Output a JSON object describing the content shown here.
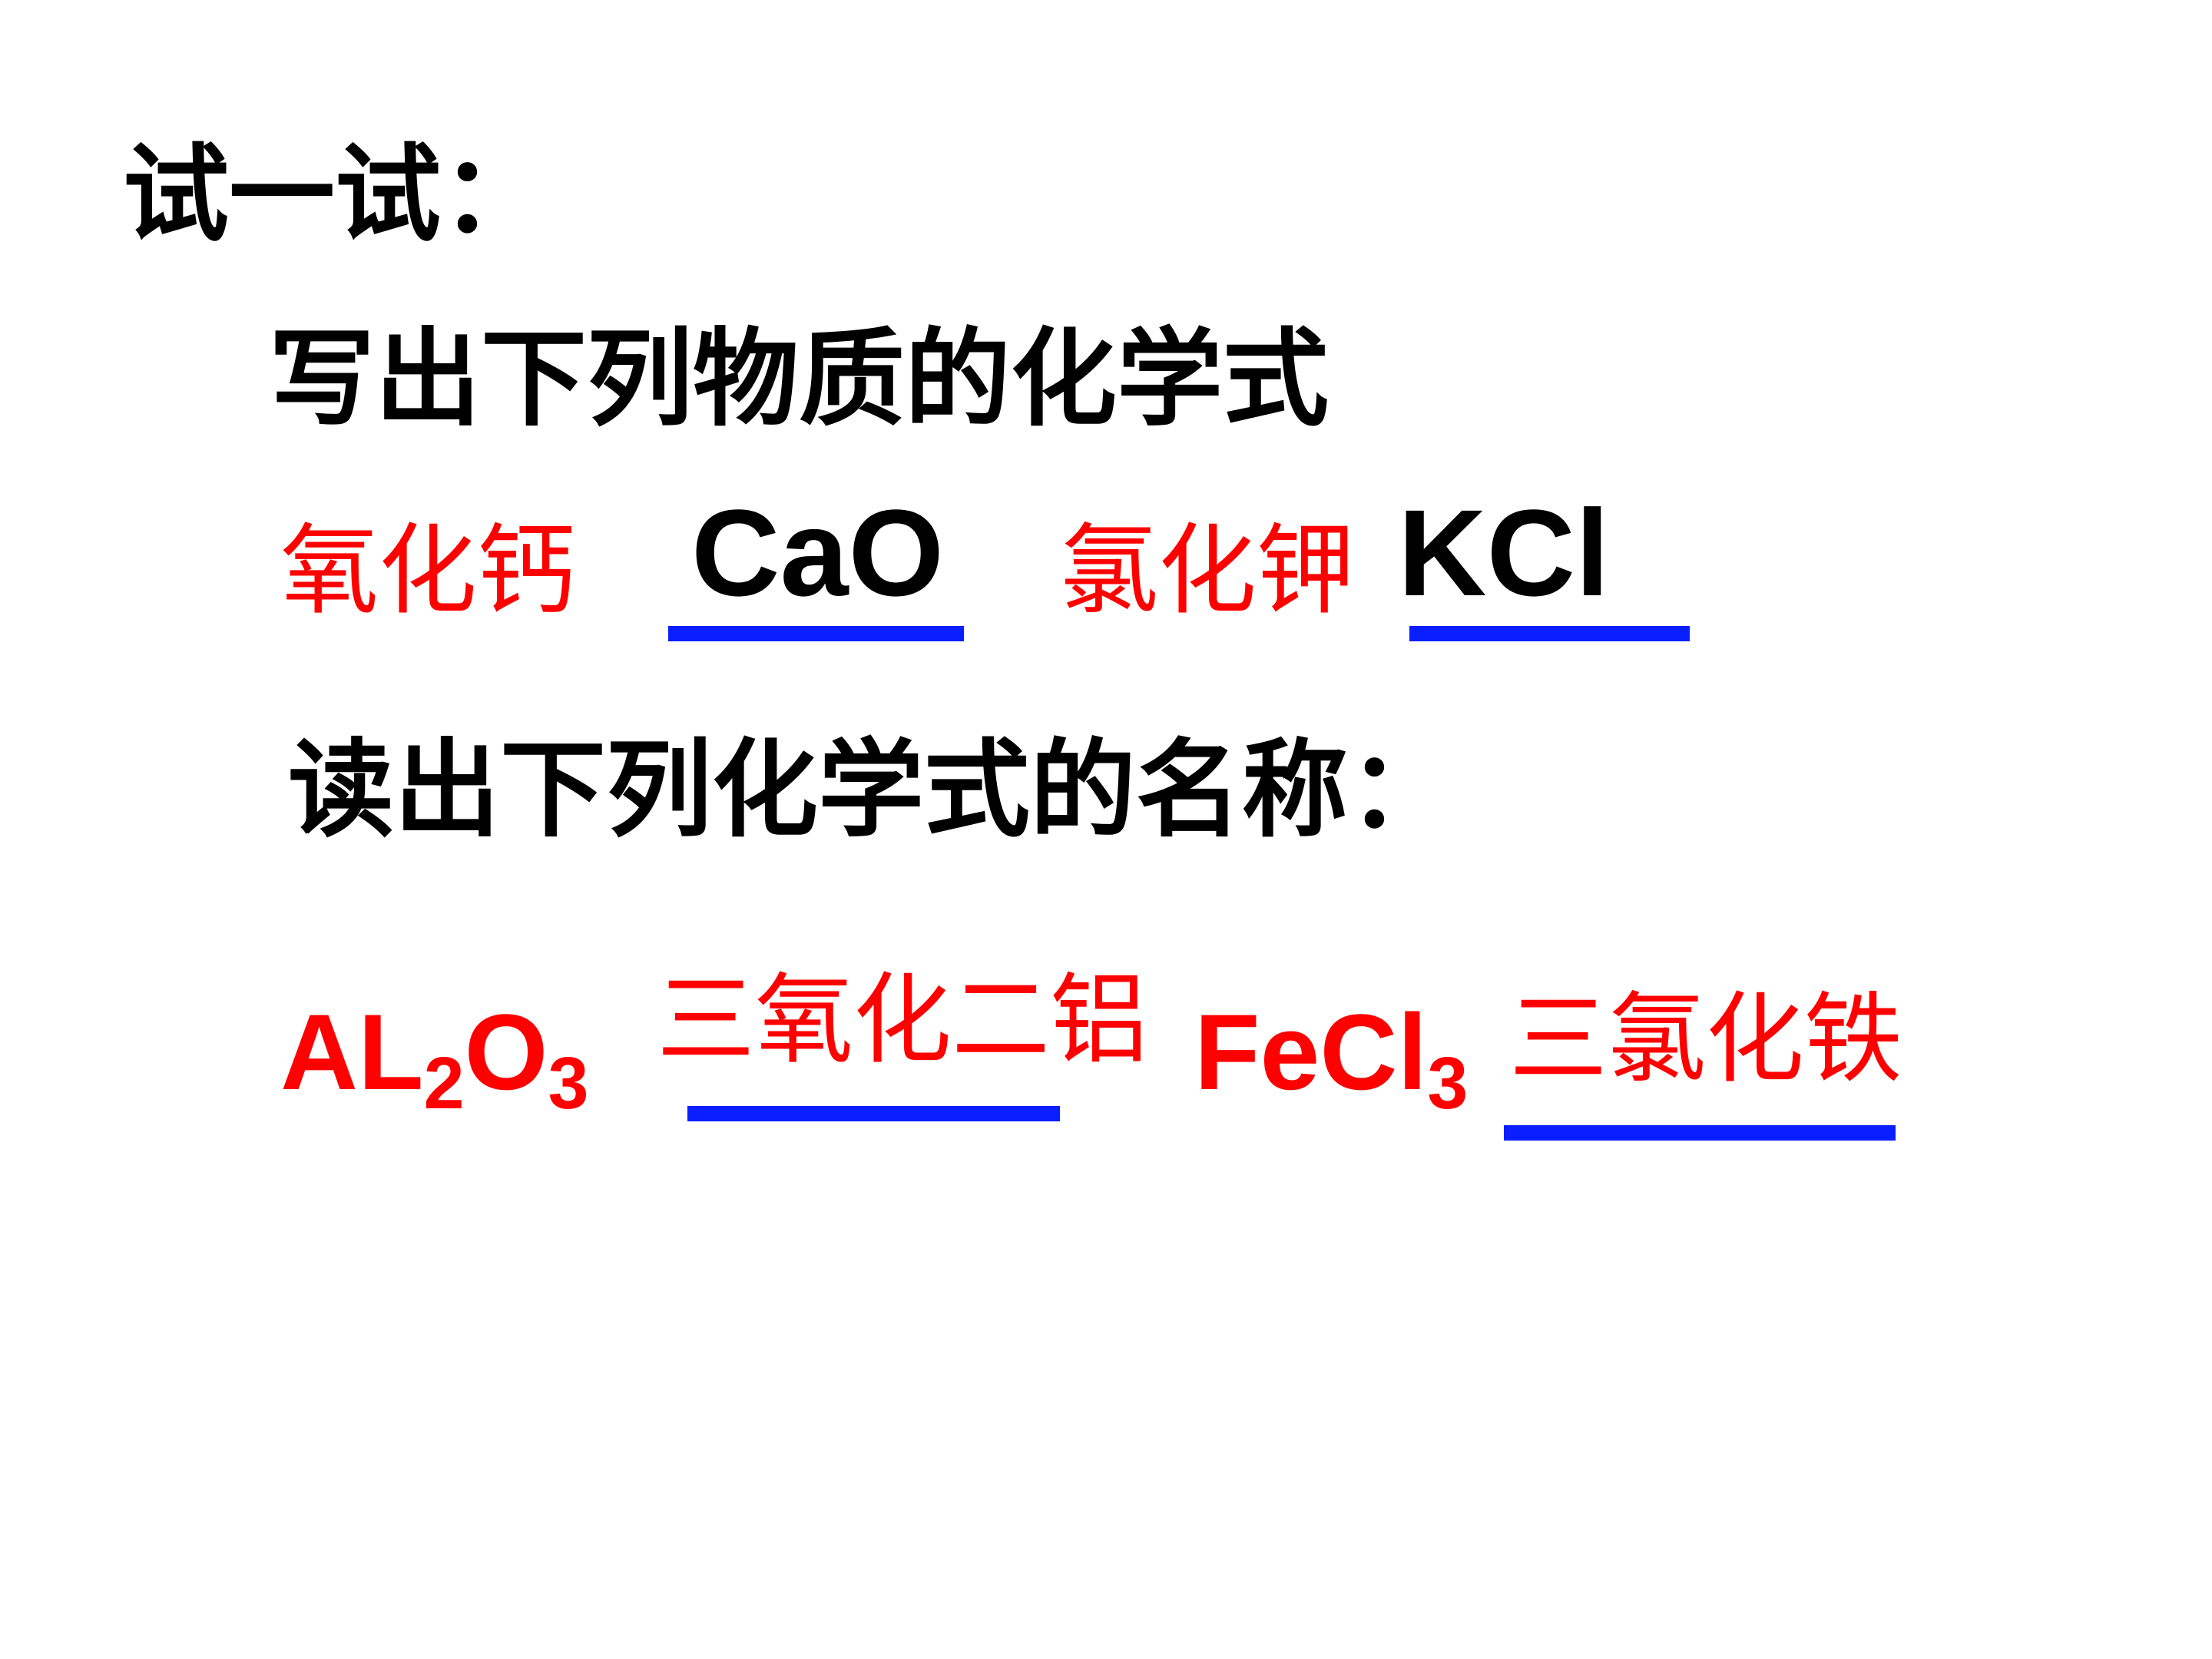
{
  "heading": "试一试：",
  "prompt_write": "写出下列物质的化学式",
  "prompt_read": "读出下列化学式的名称：",
  "items": [
    {
      "name": "氧化钙",
      "answer": "CaO"
    },
    {
      "name": "氯化钾",
      "answer": "KCl"
    }
  ],
  "formulas": [
    {
      "parts": [
        "AL",
        "2",
        "O",
        "3"
      ],
      "answer": "三氧化二铝"
    },
    {
      "parts": [
        "FeCl",
        "3"
      ],
      "answer": "三氯化铁"
    }
  ],
  "colors": {
    "text": "#000000",
    "highlight": "#ff0000",
    "blank_line": "#0a1fff",
    "background": "#ffffff"
  }
}
